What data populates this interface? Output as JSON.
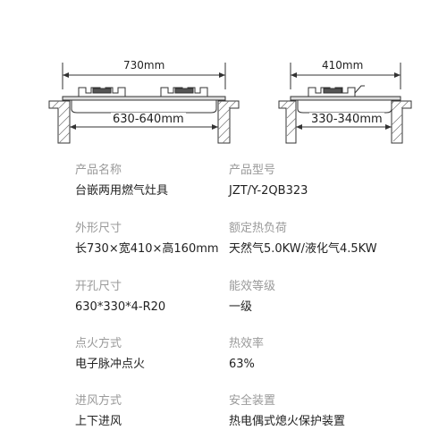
{
  "diagram": {
    "front_width": "730mm",
    "front_cutout": "630-640mm",
    "side_depth": "410mm",
    "side_cutout": "330-340mm"
  },
  "specs": [
    {
      "label": "产品名称",
      "value": "台嵌两用燃气灶具"
    },
    {
      "label": "产品型号",
      "value": "JZT/Y-2QB323"
    },
    {
      "label": "外形尺寸",
      "value": "长730×宽410×高160mm"
    },
    {
      "label": "额定热负荷",
      "value": "天然气5.0KW/液化气4.5KW"
    },
    {
      "label": "开孔尺寸",
      "value": "630*330*4-R20"
    },
    {
      "label": "能效等级",
      "value": "一级"
    },
    {
      "label": "点火方式",
      "value": "电子脉冲点火"
    },
    {
      "label": "热效率",
      "value": "63%"
    },
    {
      "label": "进风方式",
      "value": "上下进风"
    },
    {
      "label": "安全装置",
      "value": "热电偶式熄火保护装置"
    }
  ]
}
